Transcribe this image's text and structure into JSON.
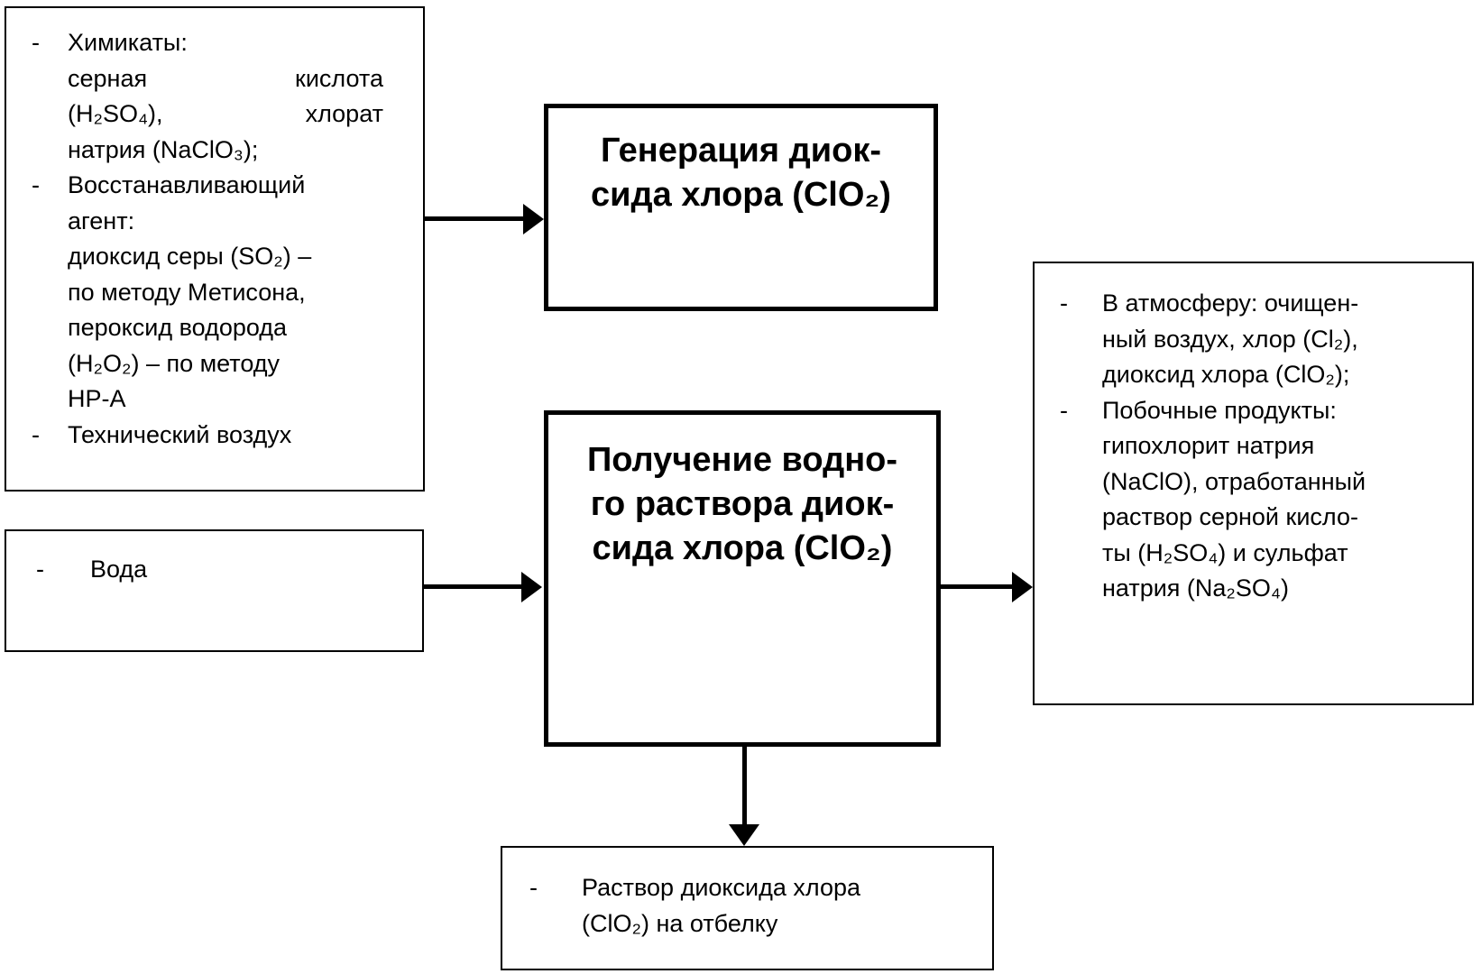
{
  "diagram": {
    "colors": {
      "ink": "#000000",
      "background": "#ffffff"
    },
    "boxes": {
      "chemicals": {
        "lines": [
          {
            "m": "-",
            "seg": [
              "Химикаты:"
            ]
          },
          {
            "m": "",
            "seg": [
              "серная",
              "кислота"
            ]
          },
          {
            "m": "",
            "seg": [
              "(H₂SO₄),",
              "хлорат"
            ]
          },
          {
            "m": "",
            "seg": [
              "натрия (NaClO₃);"
            ]
          },
          {
            "m": "-",
            "seg": [
              "Восстанавливающий"
            ]
          },
          {
            "m": "",
            "seg": [
              "агент:"
            ]
          },
          {
            "m": "",
            "seg": [
              "диоксид серы (SO₂) –"
            ]
          },
          {
            "m": "",
            "seg": [
              "по методу Метисона,"
            ]
          },
          {
            "m": "",
            "seg": [
              "пероксид водорода"
            ]
          },
          {
            "m": "",
            "seg": [
              "(H₂O₂) – по методу"
            ]
          },
          {
            "m": "",
            "seg": [
              "HP-A"
            ]
          },
          {
            "m": "-",
            "seg": [
              "Технический воздух"
            ]
          }
        ]
      },
      "water": {
        "lines": [
          {
            "m": "-",
            "seg": [
              "Вода"
            ]
          }
        ]
      },
      "generation": {
        "lines": [
          {
            "m": "",
            "seg": [
              "Генерация диок-"
            ]
          },
          {
            "m": "",
            "seg": [
              "сида хлора (ClO₂)"
            ]
          }
        ]
      },
      "solution": {
        "lines": [
          {
            "m": "",
            "seg": [
              "Получение водно-"
            ]
          },
          {
            "m": "",
            "seg": [
              "го раствора диок-"
            ]
          },
          {
            "m": "",
            "seg": [
              "сида хлора (ClO₂)"
            ]
          }
        ]
      },
      "outputs": {
        "lines": [
          {
            "m": "-",
            "seg": [
              "В атмосферу: очищен-"
            ]
          },
          {
            "m": "",
            "seg": [
              "ный воздух, хлор (Cl₂),"
            ]
          },
          {
            "m": "",
            "seg": [
              "диоксид хлора (ClO₂);"
            ]
          },
          {
            "m": "-",
            "seg": [
              "Побочные продукты:"
            ]
          },
          {
            "m": "",
            "seg": [
              "гипохлорит натрия"
            ]
          },
          {
            "m": "",
            "seg": [
              "(NaClO), отработанный"
            ]
          },
          {
            "m": "",
            "seg": [
              "раствор серной кисло-"
            ]
          },
          {
            "m": "",
            "seg": [
              "ты (H₂SO₄) и сульфат"
            ]
          },
          {
            "m": "",
            "seg": [
              "натрия (Na₂SO₄)"
            ]
          }
        ]
      },
      "bleaching": {
        "lines": [
          {
            "m": "-",
            "seg": [
              "Раствор диоксида хлора"
            ]
          },
          {
            "m": "",
            "seg": [
              "(ClO₂) на отбелку"
            ]
          }
        ]
      }
    }
  }
}
